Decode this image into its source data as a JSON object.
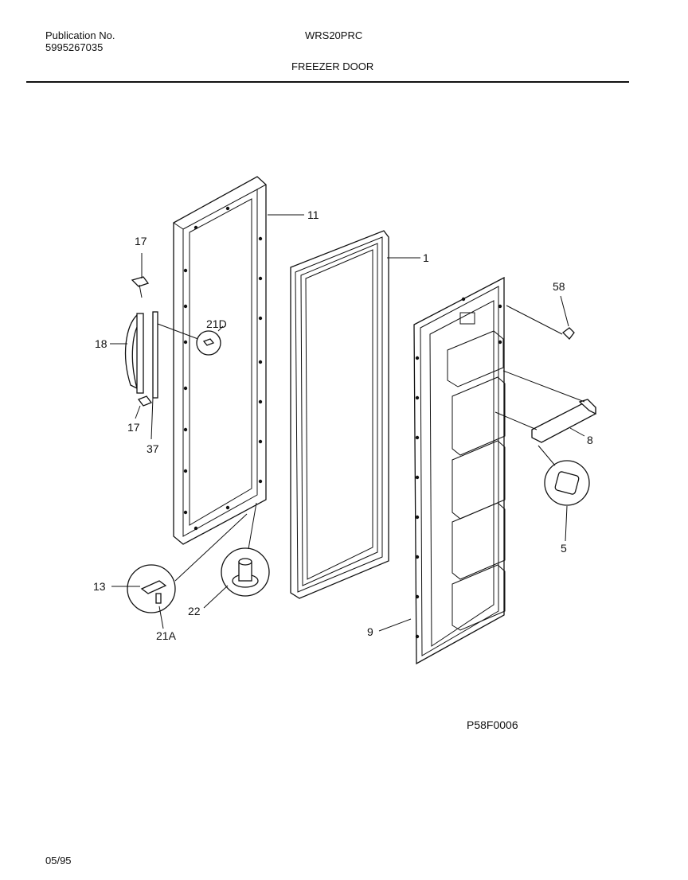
{
  "header": {
    "publication_label": "Publication No.",
    "publication_number": "5995267035",
    "model": "WRS20PRC",
    "section_title": "FREEZER DOOR"
  },
  "diagram": {
    "callouts": [
      "11",
      "1",
      "17",
      "58",
      "21D",
      "18",
      "8",
      "17",
      "37",
      "5",
      "13",
      "22",
      "9",
      "21A"
    ]
  },
  "footer": {
    "figure_code": "P58F0006",
    "date_code": "05/95"
  }
}
